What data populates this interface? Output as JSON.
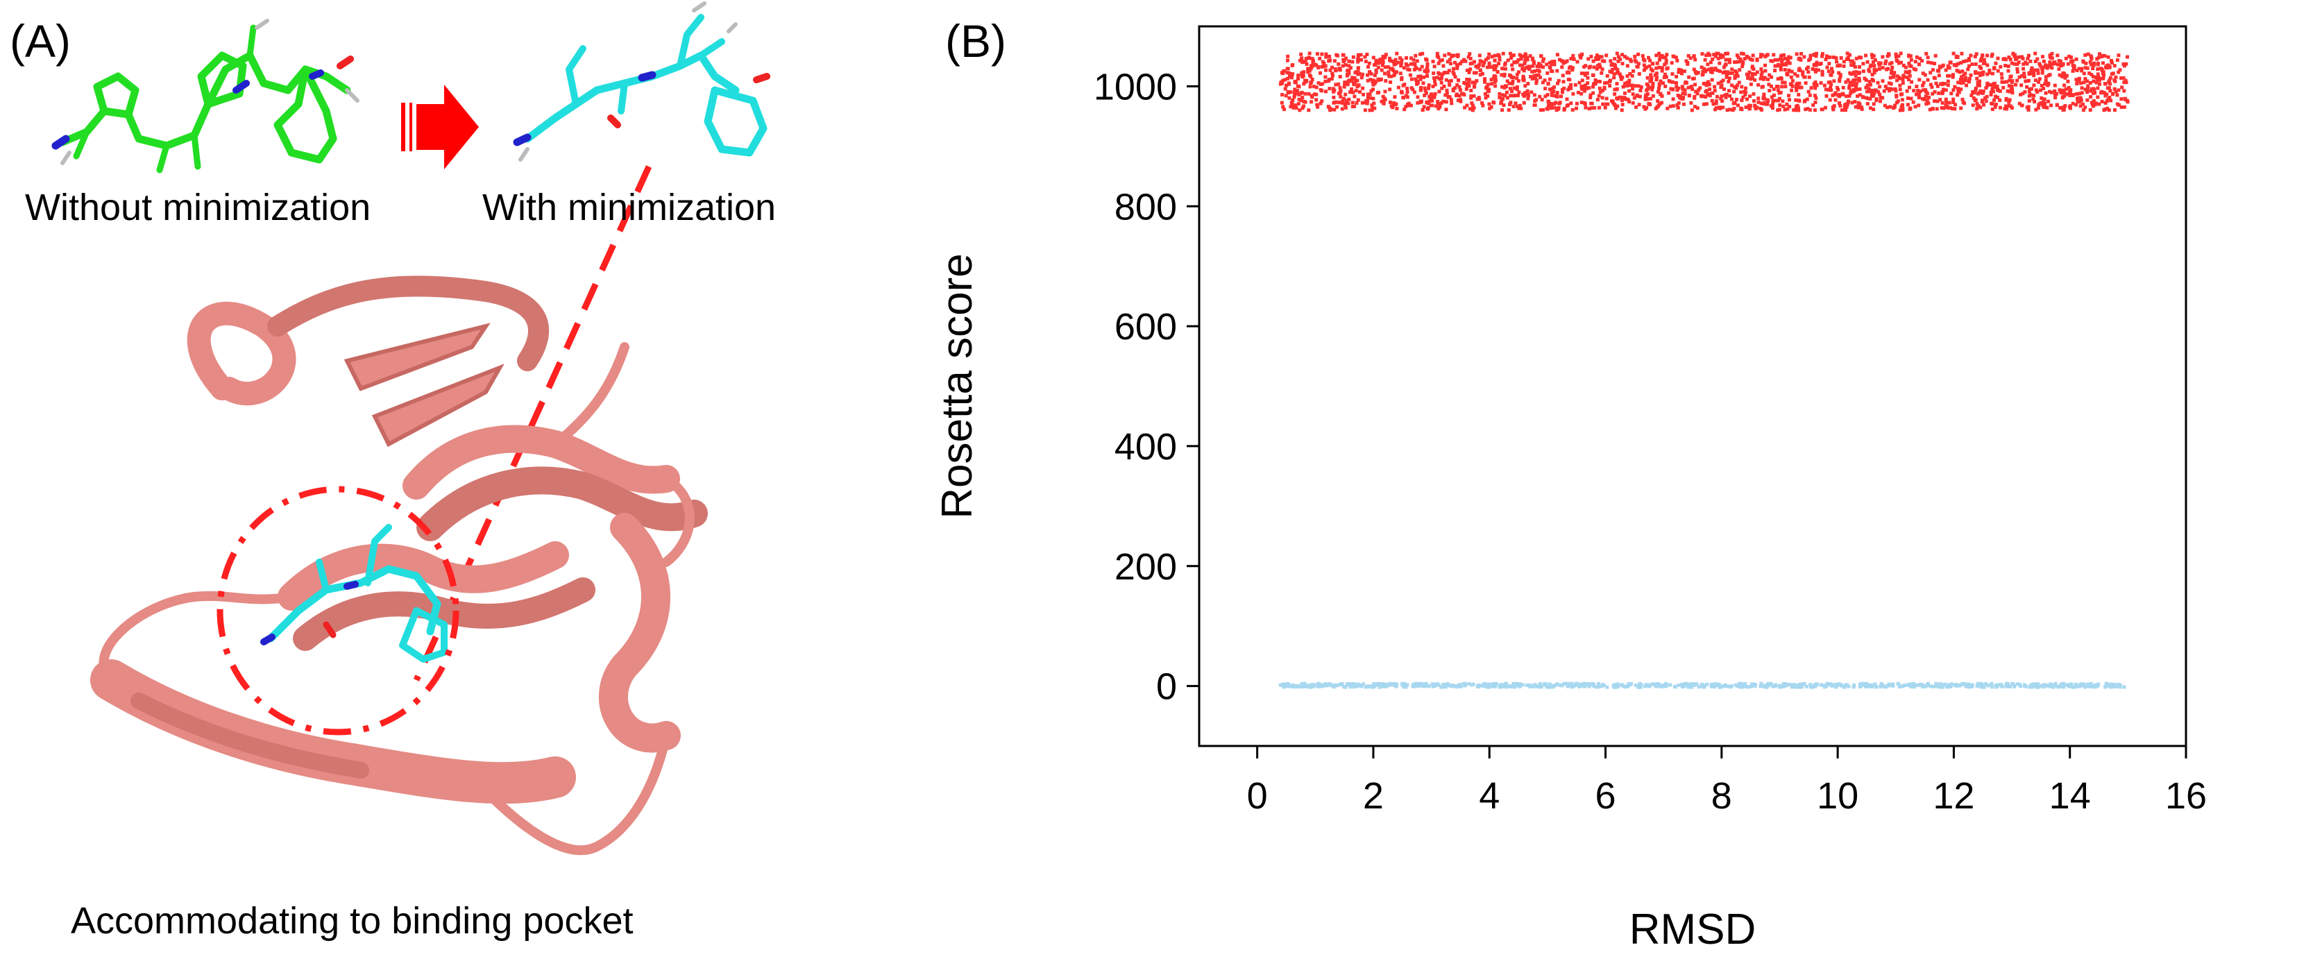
{
  "panel_a": {
    "label": "(A)",
    "caption_left": "Without minimization",
    "caption_right": "With minimization",
    "caption_bottom": "Accommodating to binding pocket",
    "colors": {
      "protein": "#E58A84",
      "ligand_before": "#22DD22",
      "ligand_after": "#22DDDD",
      "arrow": "#FF0000",
      "nitrogen": "#2222CC",
      "oxygen": "#EE2222"
    },
    "icons": [
      "protein-ribbon-icon",
      "ligand-structure-icon",
      "right-arrow-icon"
    ]
  },
  "panel_b": {
    "label": "(B)"
  },
  "chart_data": {
    "type": "scatter",
    "xlabel": "RMSD",
    "ylabel": "Rosetta score",
    "xlim": [
      -1,
      16
    ],
    "ylim": [
      -100,
      1100
    ],
    "xticks": [
      0,
      2,
      4,
      6,
      8,
      10,
      12,
      14,
      16
    ],
    "yticks": [
      0,
      200,
      400,
      600,
      800,
      1000
    ],
    "grid": false,
    "legend": "none",
    "series": [
      {
        "color": "#FF3030",
        "x_range": [
          0.4,
          15.0
        ],
        "y_range": [
          960,
          1055
        ],
        "point_count": 2600
      },
      {
        "color": "#A8D8F0",
        "x_range": [
          0.4,
          15.0
        ],
        "y_range": [
          -2,
          4
        ],
        "point_count": 800
      }
    ]
  }
}
